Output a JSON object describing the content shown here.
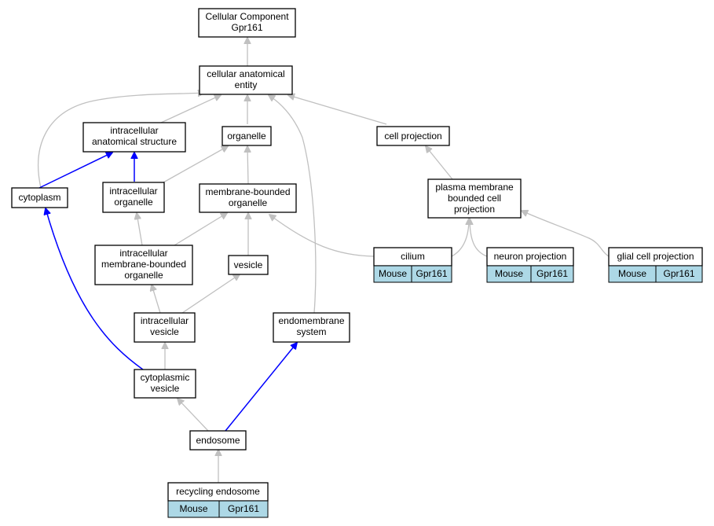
{
  "colors": {
    "gray_edge": "#c0c0c0",
    "blue_edge": "#0000ff",
    "annotation_fill": "#add8e6"
  },
  "nodes": {
    "root": [
      "Cellular Component",
      "Gpr161"
    ],
    "cae": [
      "cellular anatomical",
      "entity"
    ],
    "ias": [
      "intracellular",
      "anatomical structure"
    ],
    "organelle": [
      "organelle"
    ],
    "cellproj": [
      "cell projection"
    ],
    "cytoplasm": [
      "cytoplasm"
    ],
    "io": [
      "intracellular",
      "organelle"
    ],
    "mbo": [
      "membrane-bounded",
      "organelle"
    ],
    "pmbcp": [
      "plasma membrane",
      "bounded cell",
      "projection"
    ],
    "imbo": [
      "intracellular",
      "membrane-bounded",
      "organelle"
    ],
    "vesicle": [
      "vesicle"
    ],
    "cilium": [
      "cilium"
    ],
    "neuronproj": [
      "neuron projection"
    ],
    "glialproj": [
      "glial cell projection"
    ],
    "ivesicle": [
      "intracellular",
      "vesicle"
    ],
    "endomem": [
      "endomembrane",
      "system"
    ],
    "cvesicle": [
      "cytoplasmic",
      "vesicle"
    ],
    "endosome": [
      "endosome"
    ],
    "recycling": [
      "recycling endosome"
    ]
  },
  "annotations": {
    "cilium": [
      "Mouse",
      "Gpr161"
    ],
    "neuronproj": [
      "Mouse",
      "Gpr161"
    ],
    "glialproj": [
      "Mouse",
      "Gpr161"
    ],
    "recycling": [
      "Mouse",
      "Gpr161"
    ]
  }
}
